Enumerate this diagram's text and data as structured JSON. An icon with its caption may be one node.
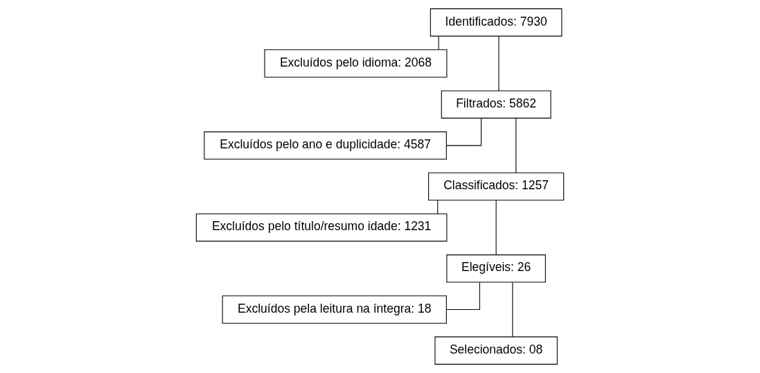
{
  "diagram": {
    "nodes": [
      {
        "text": [
          "Identificados: 7930"
        ]
      },
      {
        "text": [
          "Excluídos pelo idioma: 2068"
        ]
      },
      {
        "text": [
          "Filtrados: 5862"
        ]
      },
      {
        "text": [
          "Excluídos pelo ano e duplicidade: 4587"
        ]
      },
      {
        "text": [
          "Classificados: 1257"
        ]
      },
      {
        "text": [
          "Excluídos pelo título/resumo idade: 1231"
        ]
      },
      {
        "text": [
          "Elegíveis: 26"
        ]
      },
      {
        "text": [
          "Excluídos pela leitura na íntegra: 18"
        ]
      },
      {
        "text": [
          "Selecionados: 08"
        ]
      }
    ],
    "edges": [
      {
        "from": 0,
        "to": 2,
        "arrow": "none"
      },
      {
        "from": 0,
        "to": 1,
        "arrow": "none"
      },
      {
        "from": 2,
        "to": 4,
        "arrow": "none"
      },
      {
        "from": 2,
        "to": 3,
        "arrow": "none"
      },
      {
        "from": 4,
        "to": 6,
        "arrow": "none"
      },
      {
        "from": 4,
        "to": 5,
        "arrow": "none"
      },
      {
        "from": 6,
        "to": 8,
        "arrow": "none"
      },
      {
        "from": 6,
        "to": 7,
        "arrow": "none"
      }
    ]
  }
}
